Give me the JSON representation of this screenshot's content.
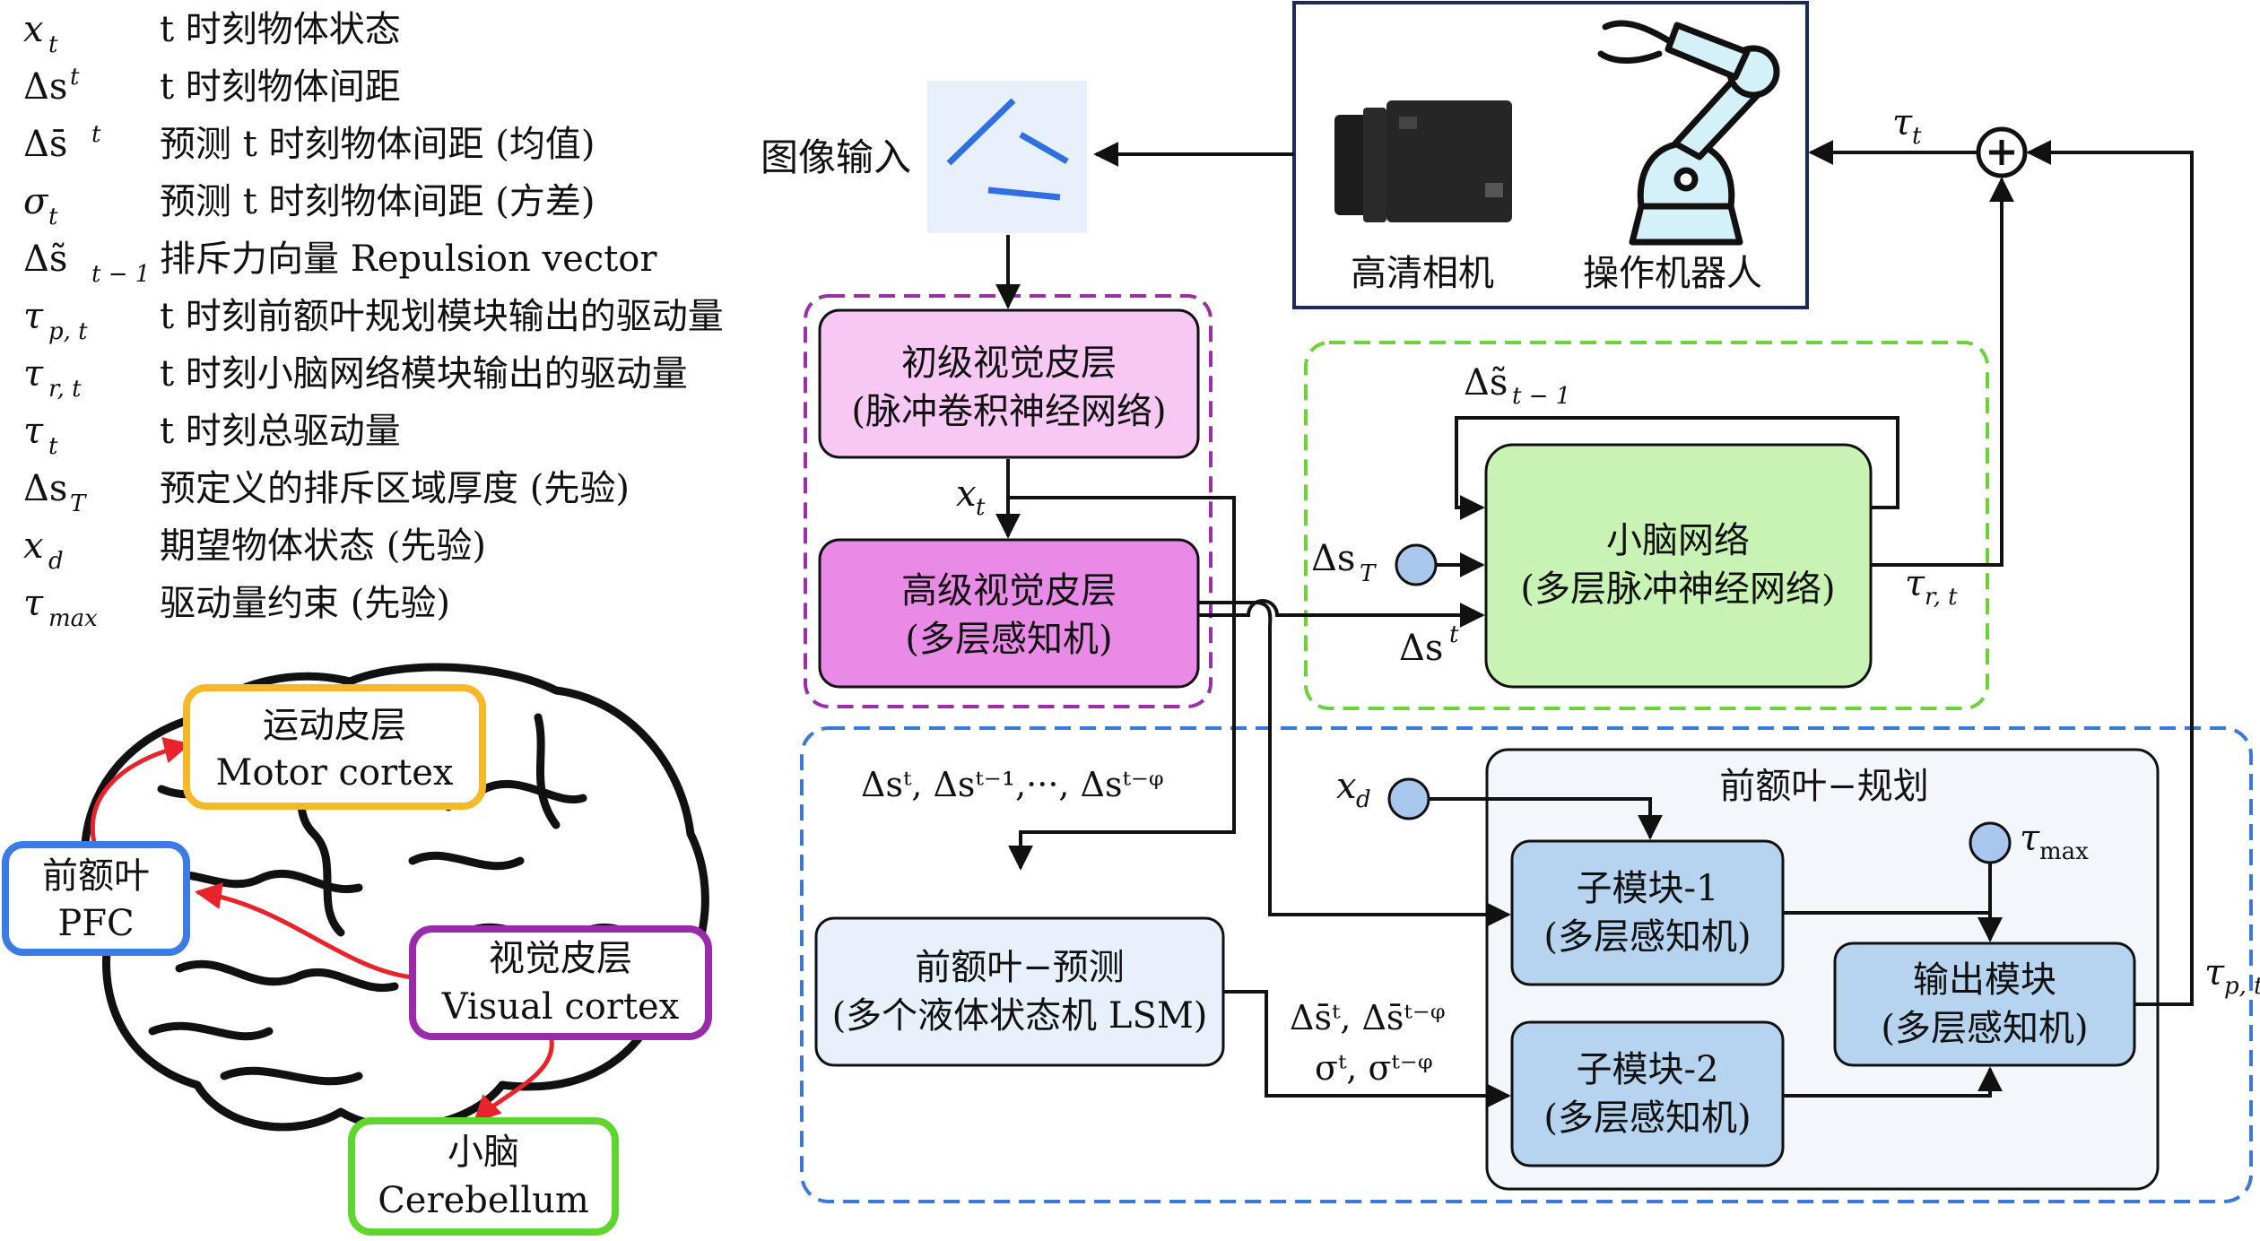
{
  "legend": [
    {
      "sym": "x",
      "sub": "t",
      "sup": "",
      "desc": "t 时刻物体状态"
    },
    {
      "sym": "Δs",
      "sub": "",
      "sup": "t",
      "desc": "t 时刻物体间距"
    },
    {
      "sym": "Δs̄",
      "sub": "",
      "sup": "t",
      "desc": "预测 t 时刻物体间距 (均值)"
    },
    {
      "sym": "σ",
      "sub": "t",
      "sup": "",
      "desc": "预测 t 时刻物体间距 (方差)"
    },
    {
      "sym": "Δs̃",
      "sub": "t − 1",
      "sup": "",
      "desc": "排斥力向量 Repulsion vector"
    },
    {
      "sym": "τ",
      "sub": "p, t",
      "sup": "",
      "desc": "t 时刻前额叶规划模块输出的驱动量"
    },
    {
      "sym": "τ",
      "sub": "r, t",
      "sup": "",
      "desc": "t 时刻小脑网络模块输出的驱动量"
    },
    {
      "sym": "τ",
      "sub": "t",
      "sup": "",
      "desc": "t 时刻总驱动量"
    },
    {
      "sym": "Δs",
      "sub": "T",
      "sup": "",
      "desc": "预定义的排斥区域厚度 (先验)"
    },
    {
      "sym": "x",
      "sub": "d",
      "sup": "",
      "desc": "期望物体状态 (先验)"
    },
    {
      "sym": "τ",
      "sub": "max",
      "sup": "",
      "desc": "驱动量约束 (先验)"
    }
  ],
  "brain": {
    "motor": {
      "cn": "运动皮层",
      "en": "Motor cortex"
    },
    "pfc": {
      "cn": "前额叶",
      "en": "PFC"
    },
    "visual": {
      "cn": "视觉皮层",
      "en": "Visual cortex"
    },
    "cerebellum": {
      "cn": "小脑",
      "en": "Cerebellum"
    }
  },
  "image_input": {
    "label": "图像输入"
  },
  "hardware": {
    "camera": "高清相机",
    "robot": "操作机器人"
  },
  "visual_layers": {
    "primary": {
      "line1": "初级视觉皮层",
      "line2": "(脉冲卷积神经网络)"
    },
    "advanced": {
      "line1": "高级视觉皮层",
      "line2": "(多层感知机)"
    }
  },
  "cerebellum_net": {
    "line1": "小脑网络",
    "line2": "(多层脉冲神经网络)"
  },
  "pfc_predict": {
    "line1": "前额叶−预测",
    "line2": "(多个液体状态机 LSM)"
  },
  "pfc_plan": {
    "title": "前额叶−规划",
    "sub1": {
      "line1": "子模块-1",
      "line2": "(多层感知机)"
    },
    "sub2": {
      "line1": "子模块-2",
      "line2": "(多层感知机)"
    },
    "output": {
      "line1": "输出模块",
      "line2": "(多层感知机)"
    }
  },
  "signals": {
    "x_t": {
      "sym": "x",
      "sub": "t"
    },
    "delta_s_tilde": {
      "sym": "Δs̃",
      "sub": "t − 1"
    },
    "delta_s_T": {
      "sym": "Δs",
      "sub": "T"
    },
    "delta_s_t": {
      "sym": "Δs",
      "sup": "t"
    },
    "tau_rt": {
      "sym": "τ",
      "sub": "r, t"
    },
    "tau_t": {
      "sym": "τ",
      "sub": "t"
    },
    "tau_pt": {
      "sym": "τ",
      "sub": "p, t"
    },
    "tau_max": {
      "sym": "τ",
      "sub": "max"
    },
    "x_d": {
      "sym": "x",
      "sub": "d"
    },
    "history": "Δsᵗ, Δsᵗ⁻¹,···, Δsᵗ⁻ᵠ",
    "pred_mean": "Δs̄ᵗ, Δs̄ᵗ⁻ᵠ",
    "pred_var": "σᵗ, σᵗ⁻ᵠ"
  },
  "colors": {
    "purple_dash": "#9b2fa8",
    "green_dash": "#6fd13a",
    "blue_dash": "#3b78d8",
    "primary_fill": "#f6c8f3",
    "advanced_fill": "#e98be6",
    "cerebellum_fill": "#c9f3b4",
    "predict_fill": "#e8f1fb",
    "submodule_fill": "#b6d3ef",
    "plan_fill": "#f3f7fc",
    "node_fill": "#a9c7ec",
    "motor_border": "#f5b829",
    "pfc_border": "#3b7be3",
    "visual_border": "#9a2aa8",
    "cerebellum_border": "#5ed62f",
    "brain_arrow": "#e8232b"
  }
}
